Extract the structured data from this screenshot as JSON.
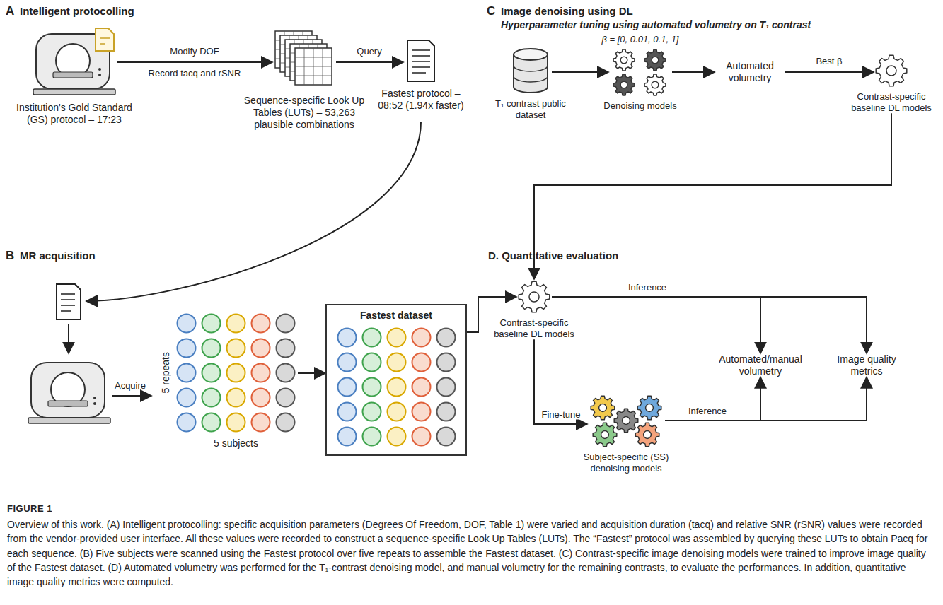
{
  "diagram": {
    "caption": "Overview of this work. (A) Intelligent protocolling: specific acquisition parameters (Degrees Of Freedom, DOF, Table 1) were varied and acquisition duration (tacq) and relative SNR (rSNR) values were recorded from the vendor-provided user interface. All these values were recorded to construct a sequence-specific Look Up Tables (LUTs). The “Fastest” protocol was assembled by querying these LUTs to obtain Pacq for each sequence. (B) Five subjects were scanned using the Fastest protocol over five repeats to assemble the Fastest dataset. (C) Contrast-specific image denoising models were trained to improve image quality of the Fastest dataset. (D) Automated volumetry was performed for the T₁-contrast denoising model, and manual volumetry for the remaining contrasts, to evaluate the performances. In addition, quantitative image quality metrics were computed.",
    "nodes": [
      {
        "text": [
          "Institution's Gold Standard (GS) protocol – 17:23"
        ]
      },
      {
        "text": [
          "Sequence-specific Look Up Tables (LUTs) – 53,263 plausible combinations"
        ]
      },
      {
        "text": [
          "Fastest protocol – 08:52 (1.94x faster)"
        ]
      },
      {
        "text": [
          "5 repeats",
          "5 subjects"
        ]
      },
      {
        "text": [
          "Fastest dataset"
        ]
      },
      {
        "text": [
          "T₁ contrast public dataset"
        ]
      },
      {
        "text": [
          "β = [0, 0.01, 0.1, 1]",
          "Denoising models"
        ]
      },
      {
        "text": [
          "Automated volumetry"
        ]
      },
      {
        "text": [
          "Contrast-specific baseline DL models"
        ]
      },
      {
        "text": [
          "Contrast-specific baseline DL models"
        ]
      },
      {
        "text": [
          "Subject-specific (SS) denoising models"
        ]
      },
      {
        "text": [
          "Automated/manual volumetry"
        ]
      },
      {
        "text": [
          "Image quality metrics"
        ]
      }
    ],
    "edges": [
      {
        "from": 0,
        "to": 1,
        "arrow": "to",
        "label": "Modify DOF"
      },
      {
        "from": 1,
        "to": 2,
        "arrow": "to",
        "label": "Query"
      },
      {
        "from": 3,
        "to": 4,
        "arrow": "to"
      },
      {
        "from": 4,
        "to": 9,
        "arrow": "to"
      },
      {
        "from": 5,
        "to": 6,
        "arrow": "to"
      },
      {
        "from": 6,
        "to": 7,
        "arrow": "to"
      },
      {
        "from": 7,
        "to": 8,
        "arrow": "to",
        "label": "Best β"
      },
      {
        "from": 8,
        "to": 9,
        "arrow": "to"
      },
      {
        "from": 9,
        "to": 11,
        "arrow": "to",
        "label": "Inference"
      },
      {
        "from": 9,
        "to": 12,
        "arrow": "to"
      },
      {
        "from": 9,
        "to": 10,
        "arrow": "to",
        "label": "Fine-tune"
      },
      {
        "from": 10,
        "to": 11,
        "arrow": "to",
        "label": "Inference"
      },
      {
        "from": 10,
        "to": 12,
        "arrow": "to"
      }
    ],
    "labels": [
      "A",
      "Intelligent protocolling",
      "Record tacq and rSNR",
      "C",
      "Image denoising using DL",
      "Hyperparameter tuning using automated volumetry on T₁ contrast",
      "B",
      "MR acquisition",
      "Acquire",
      "D. Quantitative evaluation",
      "FIGURE 1"
    ]
  }
}
